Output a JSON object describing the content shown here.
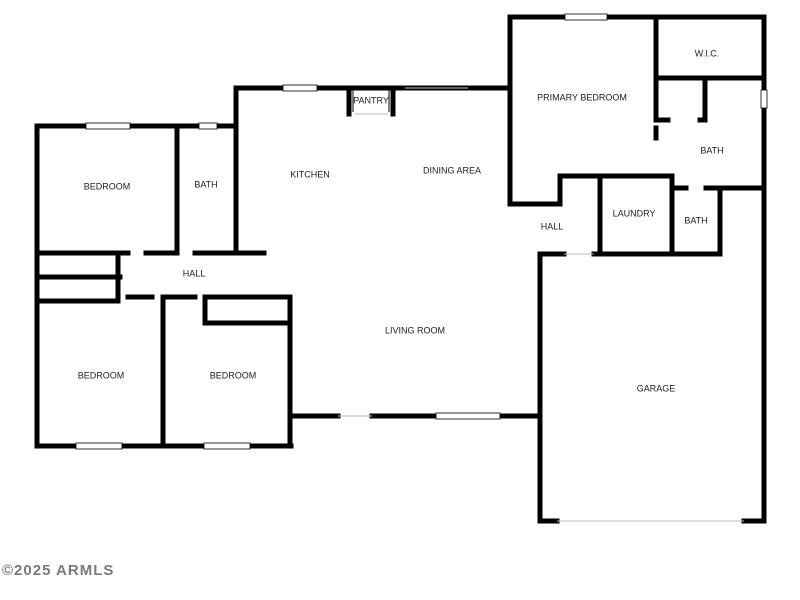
{
  "rooms": {
    "bedroom_top_left": "BEDROOM",
    "bath_left": "BATH",
    "kitchen": "KITCHEN",
    "pantry": "PANTRY",
    "dining_area": "DINING AREA",
    "primary_bedroom": "PRIMARY BEDROOM",
    "wic": "W.I.C.",
    "bath_primary": "BATH",
    "hall_center": "HALL",
    "hall_left": "HALL",
    "laundry": "LAUNDRY",
    "bath_small": "BATH",
    "bedroom_bottom_left": "BEDROOM",
    "bedroom_bottom_middle": "BEDROOM",
    "living_room": "LIVING ROOM",
    "garage": "GARAGE"
  },
  "watermark": "©2025 ARMLS"
}
